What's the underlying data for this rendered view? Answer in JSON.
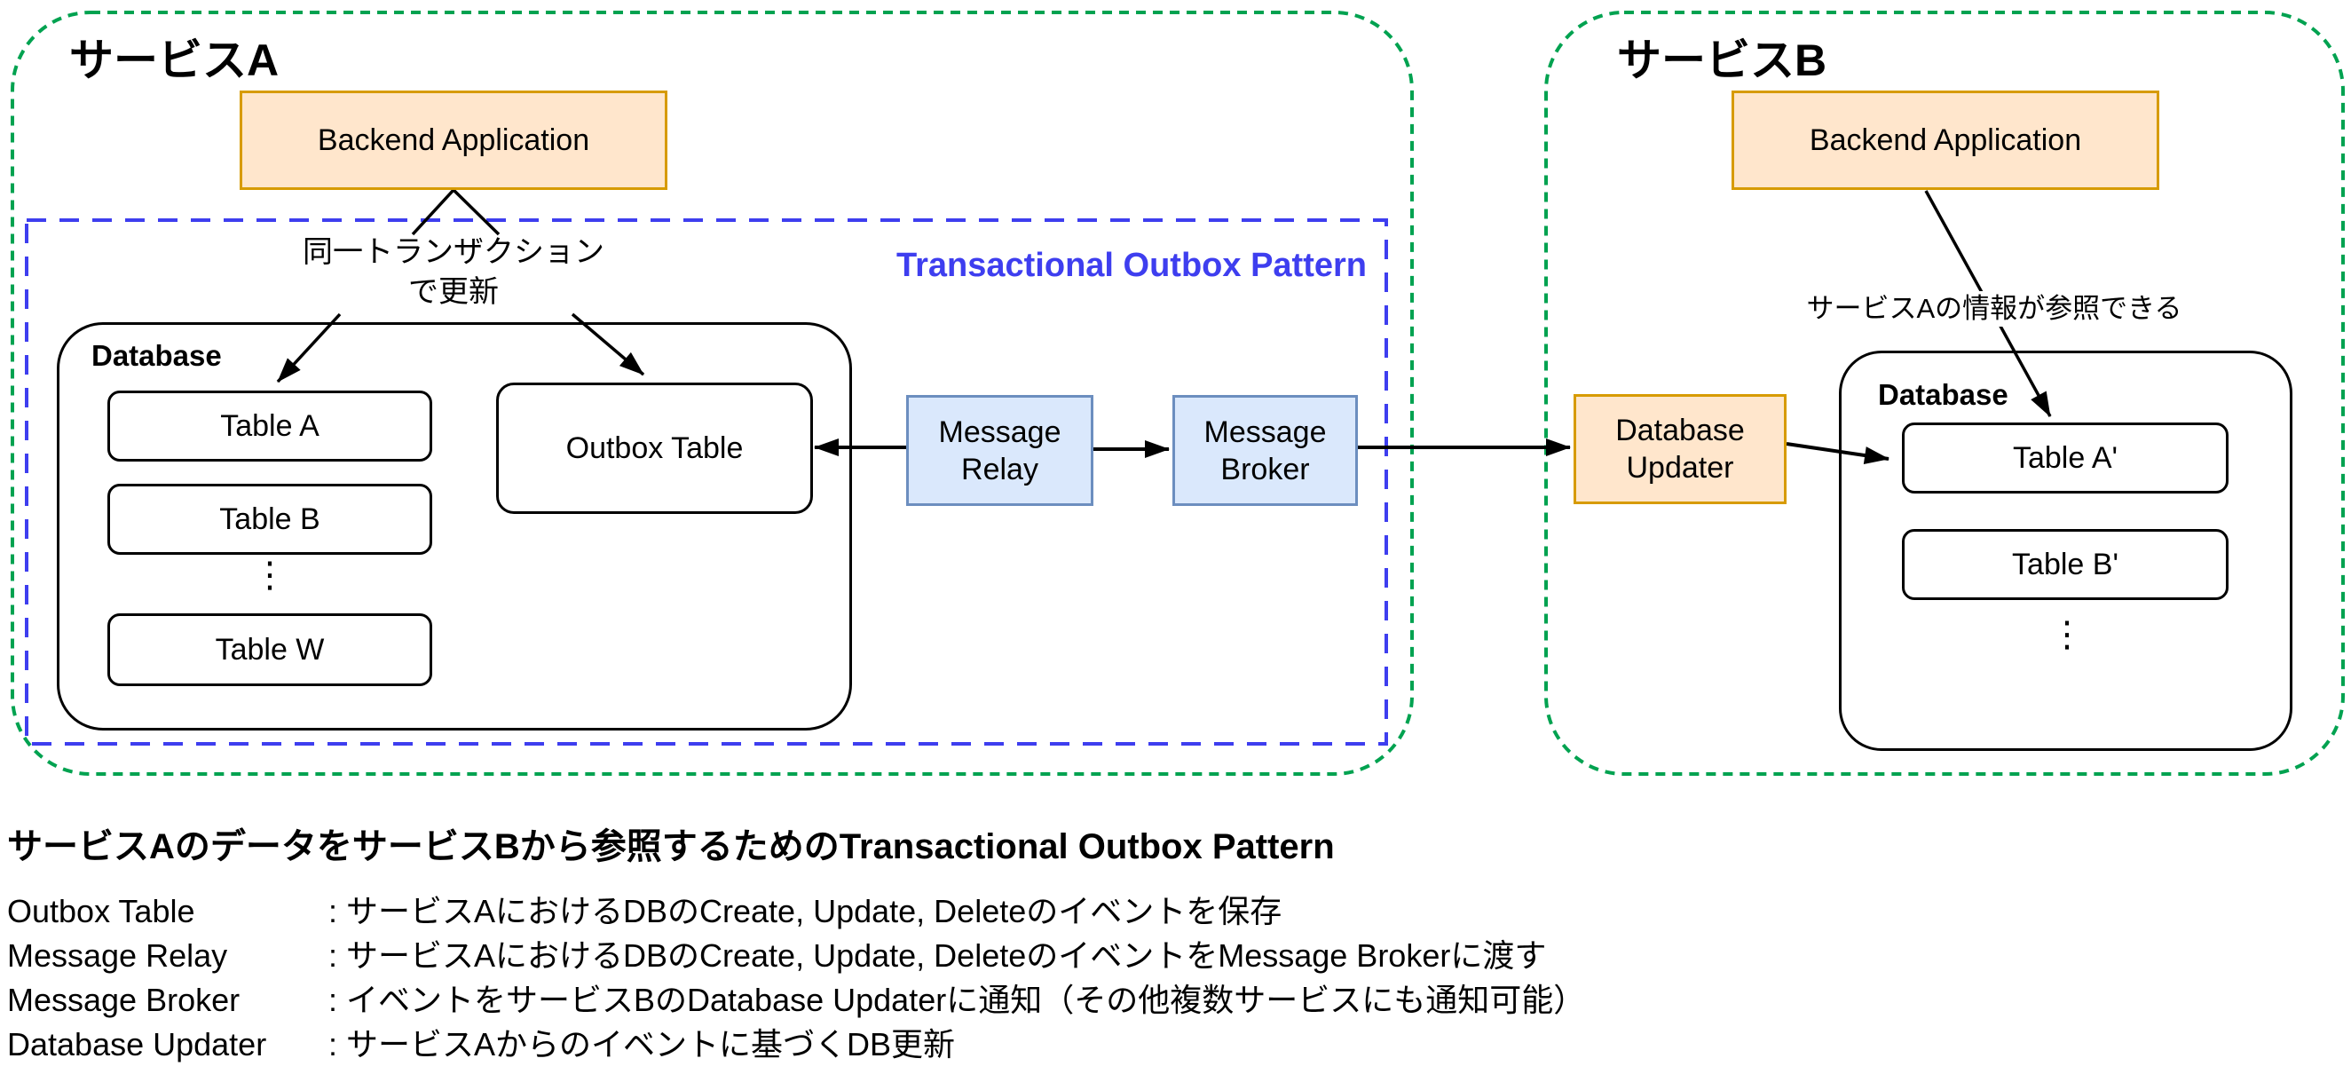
{
  "diagram": {
    "service_a": {
      "title": "サービスA",
      "backend_application": "Backend Application",
      "transaction_note": "同一トランザクション\nで更新",
      "outbox_pattern_label": "Transactional Outbox Pattern",
      "database": {
        "title": "Database",
        "tables": [
          "Table A",
          "Table B",
          "Table W"
        ],
        "ellipsis": "⋮",
        "outbox_table": "Outbox Table"
      },
      "message_relay": "Message\nRelay",
      "message_broker": "Message\nBroker"
    },
    "service_b": {
      "title": "サービスB",
      "backend_application": "Backend Application",
      "reference_note": "サービスAの情報が参照できる",
      "database_updater": "Database\nUpdater",
      "database": {
        "title": "Database",
        "tables": [
          "Table A'",
          "Table B'"
        ],
        "ellipsis": "⋮"
      }
    }
  },
  "caption": {
    "title": "サービスAのデータをサービスBから参照するためのTransactional Outbox Pattern",
    "definitions": [
      {
        "term": "Outbox Table",
        "description": ": サービスAにおけるDBのCreate, Update, Deleteのイベントを保存"
      },
      {
        "term": "Message Relay",
        "description": ": サービスAにおけるDBのCreate, Update, DeleteのイベントをMessage Brokerに渡す"
      },
      {
        "term": "Message Broker",
        "description": ": イベントをサービスBのDatabase Updaterに通知（その他複数サービスにも通知可能）"
      },
      {
        "term": "Database Updater",
        "description": ": サービスAからのイベントに基づくDB更新"
      }
    ]
  },
  "colors": {
    "service_boundary_green": "#00A250",
    "outbox_boundary_blue": "#3E3EEF",
    "node_orange_fill": "#FFE6CC",
    "node_orange_stroke": "#D79B00",
    "node_blue_fill": "#DAE8FC",
    "node_blue_stroke": "#6C8EBF"
  }
}
